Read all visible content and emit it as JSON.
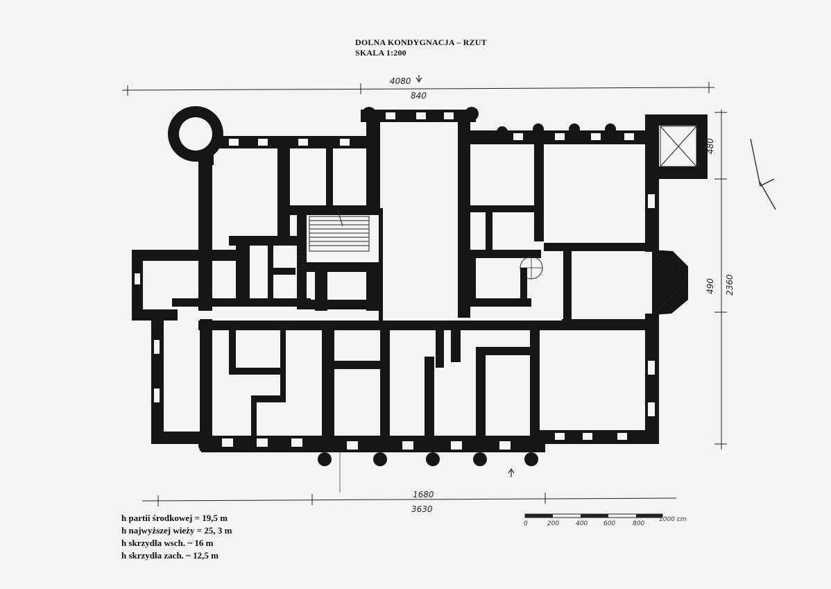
{
  "title": {
    "line1": "DOLNA KONDYGNACJA – RZUT",
    "line2": "SKALA 1:200"
  },
  "dimensions": {
    "top_total": "4080",
    "top_center": "840",
    "bottom_center": "1680",
    "bottom_total": "3630",
    "right_upper": "480",
    "right_middle": "490",
    "right_total": "2360"
  },
  "notes": [
    "h partii środkowej = 19,5 m",
    "h najwyższej wieży = 25, 3 m",
    "h skrzydła wsch. ~ 16 m",
    "h skrzydła zach. ~ 12,5 m"
  ],
  "scale_bar": {
    "labels": [
      "0",
      "200",
      "400",
      "600",
      "800",
      "1000 cm"
    ]
  },
  "colors": {
    "wall": "#151515",
    "paper": "#f4f4f2",
    "line": "#222222"
  },
  "icons": {
    "entrance_top": "arrow-down-icon",
    "entrance_bottom": "arrow-up-icon",
    "north": "north-arrow-icon"
  }
}
